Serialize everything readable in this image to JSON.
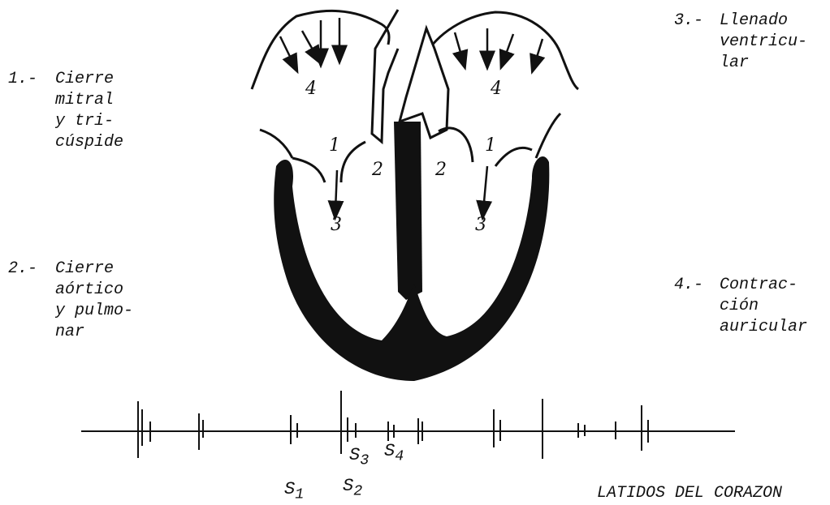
{
  "legend": {
    "item1": {
      "num": "1.-",
      "l1": "Cierre",
      "l2": "mitral",
      "l3": "y tri-",
      "l4": "cúspide"
    },
    "item2": {
      "num": "2.-",
      "l1": "Cierre",
      "l2": "aórtico",
      "l3": "y pulmo-",
      "l4": "nar"
    },
    "item3": {
      "num": "3.-",
      "l1": "Llenado",
      "l2": "ventricu-",
      "l3": "lar"
    },
    "item4": {
      "num": "4.-",
      "l1": "Contrac-",
      "l2": "ción",
      "l3": "auricular"
    }
  },
  "heart_labels": {
    "left": {
      "atrial": "4",
      "av_valve": "1",
      "semilunar": "2",
      "filling": "3"
    },
    "right": {
      "atrial": "4",
      "av_valve": "1",
      "semilunar": "2",
      "filling": "3"
    }
  },
  "sound_labels": {
    "s1": "S",
    "s1_sub": "1",
    "s2": "S",
    "s2_sub": "2",
    "s3": "S",
    "s3_sub": "3",
    "s4": "S",
    "s4_sub": "4"
  },
  "caption": "LATIDOS DEL CORAZON"
}
